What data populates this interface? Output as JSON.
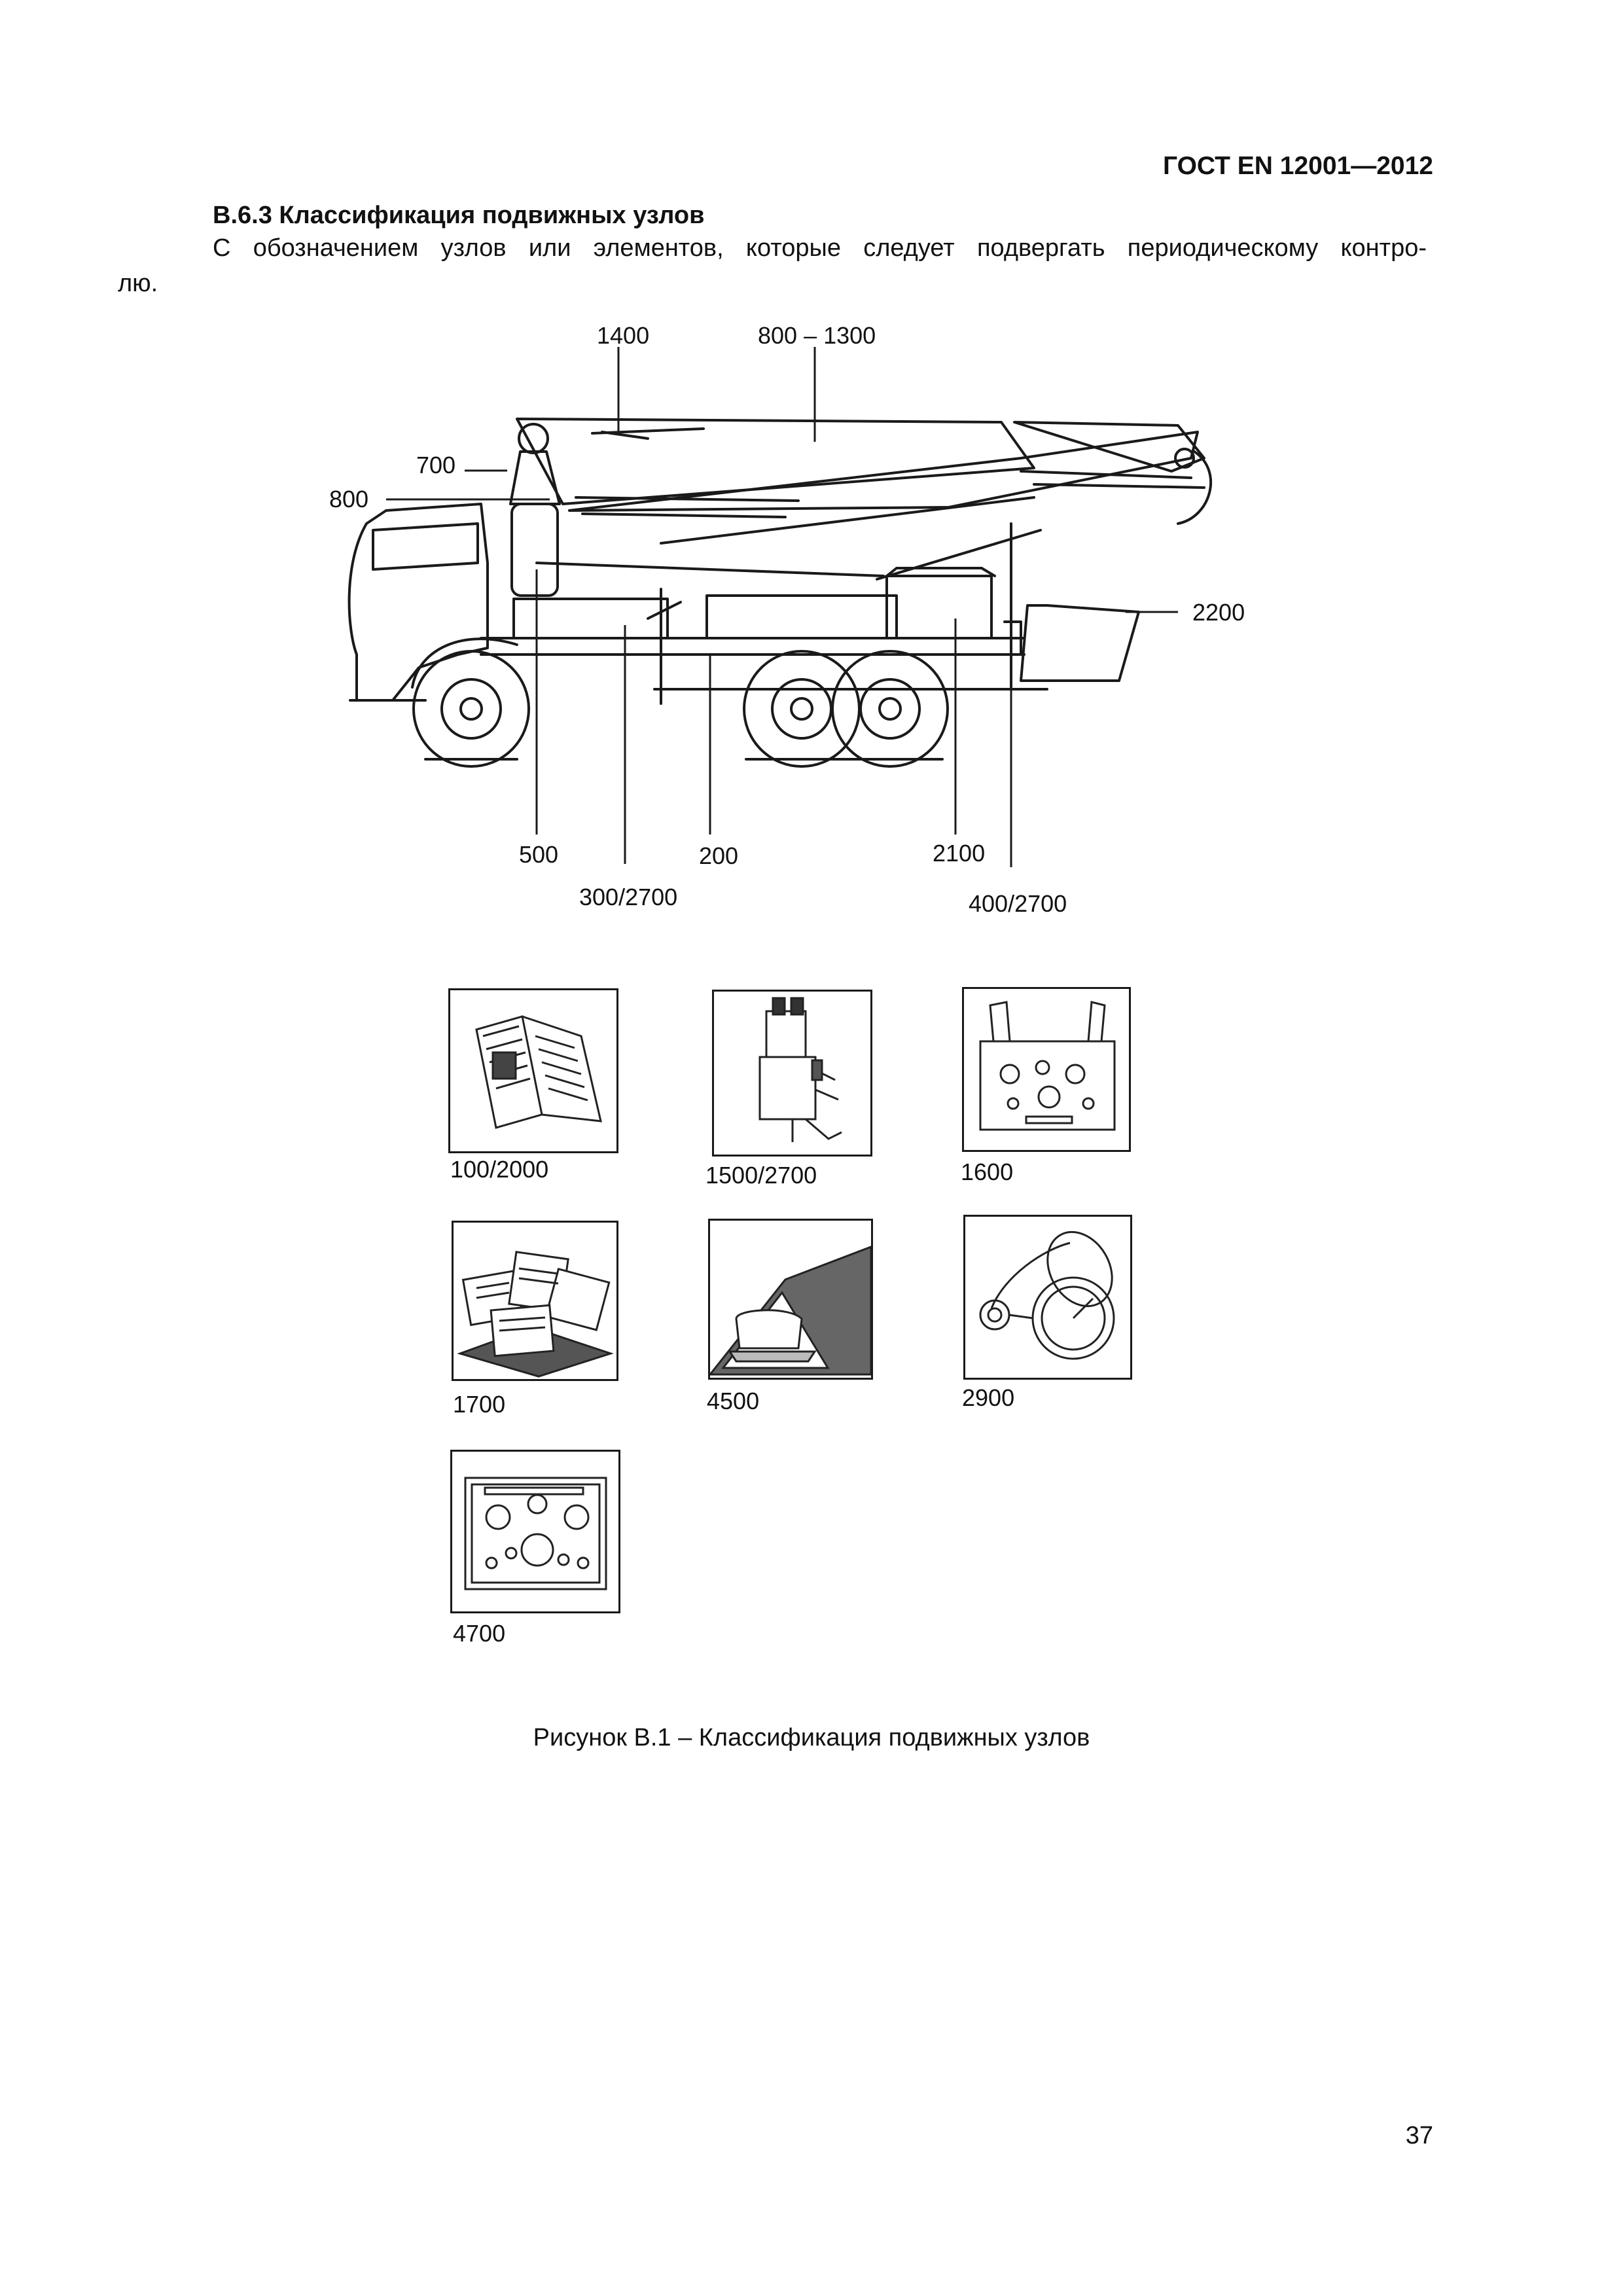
{
  "header": {
    "standard": "ГОСТ EN 12001—2012"
  },
  "section": {
    "heading": "В.6.3 Классификация подвижных узлов",
    "paragraph_line1": "С обозначением узлов или элементов, которые следует подвергать периодическому контро-",
    "paragraph_line2": "лю."
  },
  "figure": {
    "callouts": {
      "c1400": "1400",
      "c800_1300": "800 – 1300",
      "c700": "700",
      "c800": "800",
      "c2200": "2200",
      "c500": "500",
      "c300_2700": "300/2700",
      "c200": "200",
      "c2100": "2100",
      "c400_2700": "400/2700"
    },
    "thumbnails": [
      {
        "label": "100/2000",
        "icon": "manual-book-icon"
      },
      {
        "label": "1500/2700",
        "icon": "hydraulic-valve-icon"
      },
      {
        "label": "1600",
        "icon": "remote-control-icon"
      },
      {
        "label": "1700",
        "icon": "documents-stack-icon"
      },
      {
        "label": "4500",
        "icon": "outrigger-pad-icon"
      },
      {
        "label": "2900",
        "icon": "pressure-gauge-accumulator-icon"
      },
      {
        "label": "4700",
        "icon": "control-panel-icon"
      }
    ],
    "caption": "Рисунок В.1 – Классификация подвижных узлов"
  },
  "page_number": "37"
}
